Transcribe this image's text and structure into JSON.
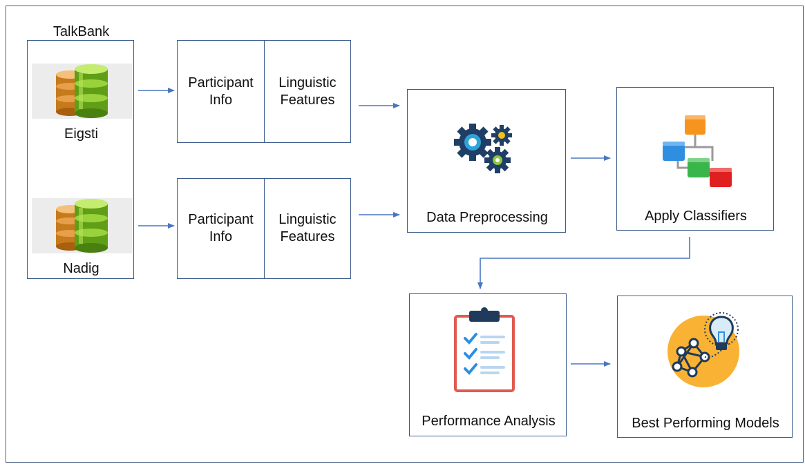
{
  "source_group": {
    "label": "TalkBank",
    "databases": [
      {
        "name": "Eigsti",
        "icon": "database-icon"
      },
      {
        "name": "Nadig",
        "icon": "database-icon"
      }
    ]
  },
  "feature_boxes": [
    {
      "left": [
        "Participant",
        "Info"
      ],
      "right": [
        "Linguistic",
        "Features"
      ]
    },
    {
      "left": [
        "Participant",
        "Info"
      ],
      "right": [
        "Linguistic",
        "Features"
      ]
    }
  ],
  "steps": {
    "preprocessing": {
      "label": "Data Preprocessing",
      "icon": "gears-icon"
    },
    "classifiers": {
      "label": "Apply Classifiers",
      "icon": "hierarchy-icon"
    },
    "analysis": {
      "label": "Performance Analysis",
      "icon": "clipboard-checklist-icon"
    },
    "best": {
      "label": "Best Performing Models",
      "icon": "lightbulb-network-icon"
    }
  },
  "colors": {
    "border": "#3b5b8c",
    "arrow": "#4a76c1"
  }
}
